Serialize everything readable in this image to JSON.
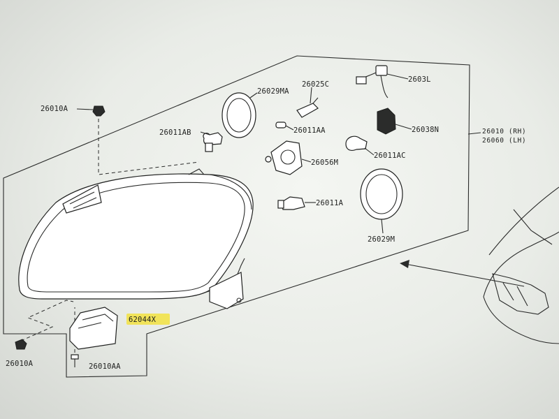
{
  "diagram": {
    "highlight_color": "#f2e24a",
    "labels": {
      "p26010A_top": "26010A",
      "p26011AB": "26011AB",
      "p26029MA": "26029MA",
      "p26025C": "26025C",
      "p26031": "2603L",
      "p26011AA": "26011AA",
      "p26038N": "26038N",
      "p26010_rh": "26010 (RH)",
      "p26060_lh": "26060 (LH)",
      "p26056M": "26056M",
      "p26011AC": "26011AC",
      "p26011A": "26011A",
      "p26029M": "26029M",
      "p62044X": "62044X",
      "p26010A_bottom": "26010A",
      "p26010AA": "26010AA"
    }
  }
}
